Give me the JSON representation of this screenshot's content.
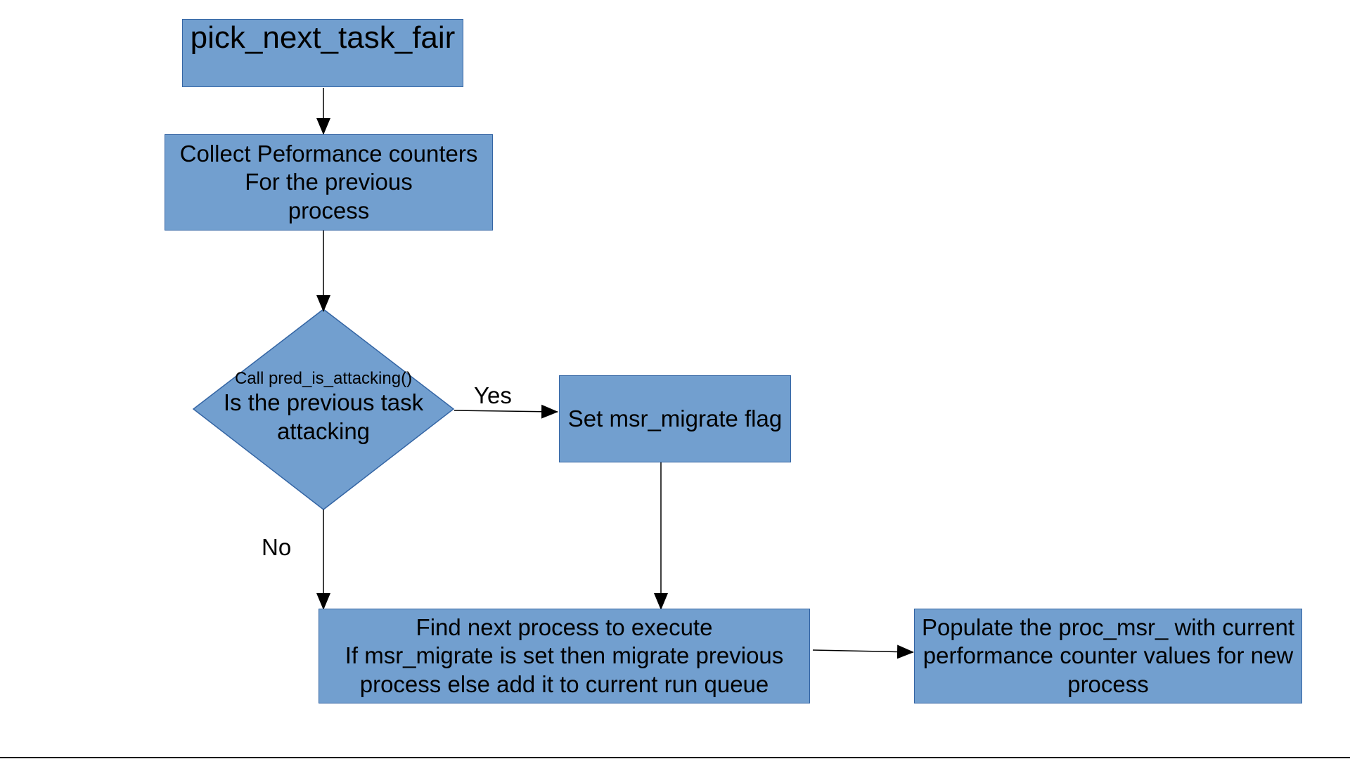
{
  "diagram": {
    "colors": {
      "node_fill": "#729fcf",
      "node_border": "#3465a4",
      "connector": "#000000"
    },
    "start": {
      "label": "pick_next_task_fair"
    },
    "collect": {
      "lines": [
        "Collect Peformance counters",
        "For the previous",
        "process"
      ]
    },
    "decision": {
      "call": "Call pred_is_attacking()",
      "lines": [
        "Is the previous task",
        "attacking"
      ]
    },
    "edges": {
      "yes_label": "Yes",
      "no_label": "No"
    },
    "set_flag": {
      "label": "Set msr_migrate flag"
    },
    "find_next": {
      "lines": [
        "Find next process to execute",
        "If msr_migrate is set then migrate previous",
        "process else add it to current run queue"
      ]
    },
    "populate": {
      "lines": [
        "Populate the proc_msr_ with current",
        "performance counter values for new",
        "process"
      ]
    }
  }
}
